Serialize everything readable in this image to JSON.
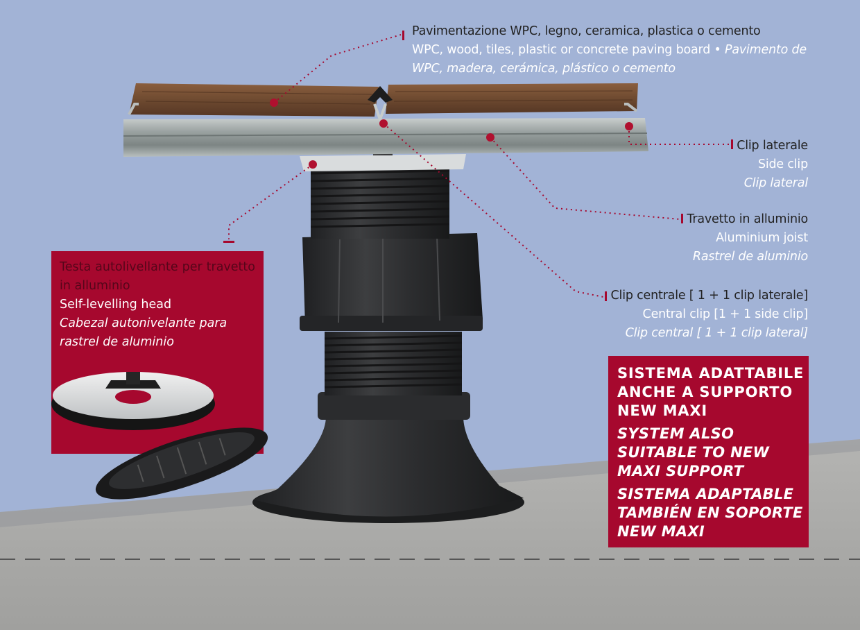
{
  "labels": {
    "paving": {
      "it": "Pavimentazione WPC, legno, ceramica, plastica o cemento",
      "en": "WPC, wood, tiles, plastic or concrete paving board",
      "sep": " • ",
      "es": "Pavimento de WPC, madera, cerámica, plástico o cemento"
    },
    "side_clip": {
      "it": "Clip laterale",
      "en": "Side clip",
      "es": "Clip lateral"
    },
    "joist": {
      "it": "Travetto in alluminio",
      "en": "Aluminium joist",
      "es": "Rastrel de aluminio"
    },
    "central_clip": {
      "it": "Clip centrale [ 1 + 1 clip laterale]",
      "en": "Central clip [1 + 1 side clip]",
      "es": "Clip central [ 1 + 1 clip lateral]"
    },
    "head": {
      "it": "Testa autolivellante per travetto in alluminio",
      "en": "Self-levelling head",
      "es": "Cabezal autonivelante para rastrel de aluminio"
    }
  },
  "system_box": {
    "it": "SISTEMA ADATTABILE ANCHE A SUPPORTO NEW MAXI",
    "en": "SYSTEM ALSO SUITABLE TO NEW MAXI SUPPORT",
    "es": "SISTEMA ADAPTABLE TAMBIÉN EN SOPORTE NEW MAXI"
  },
  "colors": {
    "background": "#a2b3d6",
    "accent_red": "#a6082e",
    "dot_red": "#b0102f",
    "ground": "#a8a8a6",
    "pedestal": "#2a2b2d"
  }
}
